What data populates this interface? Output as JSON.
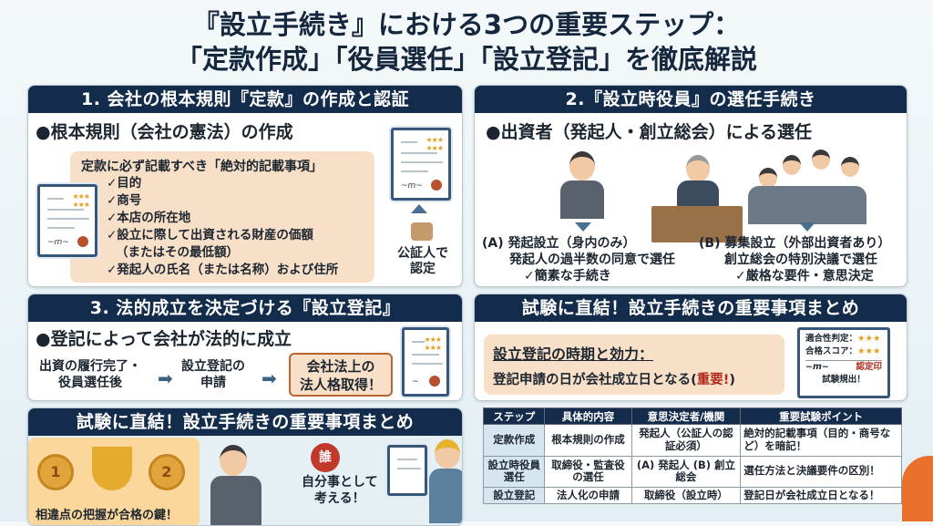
{
  "title": {
    "line1": "『設立手続き』における3つの重要ステップ：",
    "line2": "「定款作成」「役員選任」「設立登記」を徹底解説"
  },
  "section1": {
    "header": "1. 会社の根本規則『定款』の作成と認証",
    "bullet": "●根本規則（会社の憲法）の作成",
    "box_title": "定款に必ず記載すべき「絶対的記載事項」",
    "items": [
      "✓目的",
      "✓商号",
      "✓本店の所在地",
      "✓設立に際して出資される財産の価額",
      "（またはその最低額）",
      "✓発起人の氏名（または名称）および住所"
    ],
    "notary_label_1": "公証人で",
    "notary_label_2": "認定"
  },
  "section2": {
    "header": "2.『設立時役員』の選任手続き",
    "bullet": "●出資者（発起人・創立総会）による選任",
    "a": {
      "title": "(A) 発起設立（身内のみ）",
      "desc": "発起人の過半数の同意で選任",
      "note": "✓簡素な手続き"
    },
    "b": {
      "title": "(B) 募集設立（外部出資者あり）",
      "desc": "創立総会の特別決議で選任",
      "note": "✓厳格な要件・意思決定"
    }
  },
  "section3": {
    "header": "3. 法的成立を決定づける『設立登記』",
    "bullet": "●登記によって会社が法的に成立",
    "flow": [
      {
        "l1": "出資の履行完了・",
        "l2": "役員選任後"
      },
      {
        "l1": "設立登記の",
        "l2": "申請"
      },
      {
        "l1": "会社法上の",
        "l2": "法人格取得！"
      }
    ]
  },
  "section4": {
    "header": "試験に直結！設立手続きの重要事項まとめ",
    "box_title": "設立登記の時期と効力：",
    "box_text": "登記申請の日が会社成立日となる(",
    "box_emph": "重要!",
    "box_close": ")",
    "cert": {
      "row1": "適合性判定：",
      "row2": "合格スコア：",
      "stars": "★★★",
      "seal": "認定印",
      "caption": "試験規出！"
    }
  },
  "section5": {
    "header": "試験に直結！設立手続きの重要事項まとめ",
    "medal1": "1",
    "medal2": "2",
    "caption": "相違点の把握が合格の鍵！",
    "think_1": "自分事として",
    "think_2": "考える！",
    "stamp": "誰"
  },
  "table": {
    "headers": [
      "ステップ",
      "具体的内容",
      "意思決定者/機関",
      "重要試験ポイント"
    ],
    "rows": [
      [
        "定款作成",
        "根本規則の作成",
        "発起人（公証人の認証必須）",
        "絶対的記載事項（目的・商号など）を暗記！"
      ],
      [
        "設立時役員選任",
        "取締役・監査役の選任",
        "(A) 発起人 (B) 創立総会",
        "選任方法と決議要件の区別！"
      ],
      [
        "設立登記",
        "法人化の申請",
        "取締役（設立時）",
        "登記日が会社成立日となる！"
      ]
    ]
  },
  "colors": {
    "navy": "#132c4c",
    "peach": "#f8e0c8",
    "accent_red": "#b02a1a"
  }
}
